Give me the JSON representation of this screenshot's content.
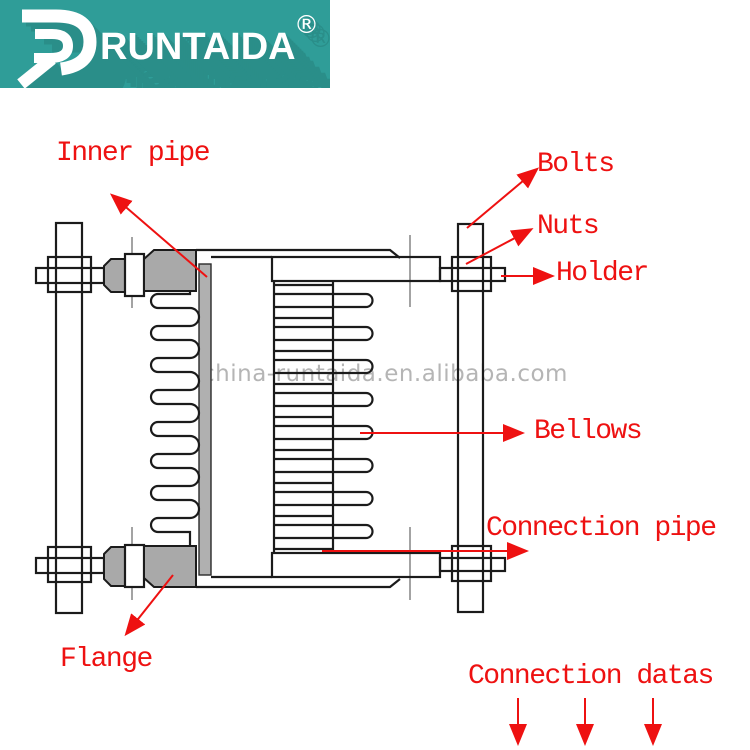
{
  "brand": {
    "name": "RUNTAIDA",
    "registered": "®"
  },
  "watermark": {
    "text": "china-runtaida.en.alibaba.com"
  },
  "labels": {
    "inner_pipe": "Inner pipe",
    "bolts": "Bolts",
    "nuts": "Nuts",
    "holder": "Holder",
    "bellows": "Bellows",
    "connection_pipe": "Connection pipe",
    "flange": "Flange",
    "connection_datas": "Connection datas"
  },
  "colors": {
    "banner": "#2F9D98",
    "banner_shadow": "#2A8E89",
    "label_red": "#EE1111",
    "diagram_line": "#1b1b1b",
    "flange_fill": "#a9a9a9",
    "watermark_gray": "#b5b5b5"
  }
}
